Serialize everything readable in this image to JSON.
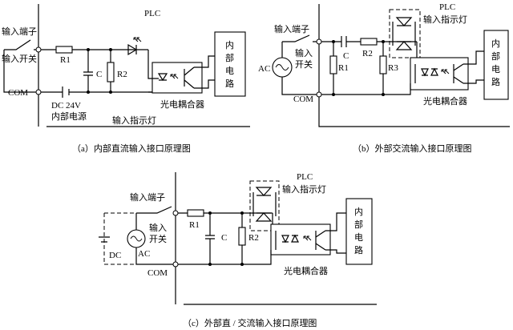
{
  "diagram_a": {
    "plc": "PLC",
    "input_terminal": "输入端子",
    "input_switch": "输入开关",
    "r1": "R1",
    "c": "C",
    "r2": "R2",
    "com": "COM",
    "dc": "DC 24V",
    "internal_power": "内部电源",
    "indicator": "输入指示灯",
    "optocoupler": "光电耦合器",
    "internal_circuit": [
      "内",
      "部",
      "电",
      "路"
    ],
    "caption": "（a）内部直流输入接口原理图"
  },
  "diagram_b": {
    "plc": "PLC",
    "input_terminal": "输入端子",
    "indicator": "输入指示灯",
    "input_switch": [
      "输入",
      "开关"
    ],
    "ac": "AC",
    "c": "C",
    "r2": "R2",
    "r1": "R1",
    "r3": "R3",
    "com": "COM",
    "optocoupler": "光电耦合器",
    "internal_circuit": [
      "内",
      "部",
      "电",
      "路"
    ],
    "caption": "（b）外部交流输入接口原理图"
  },
  "diagram_c": {
    "plc": "PLC",
    "indicator": "输入指示灯",
    "input_terminal": "输入端子",
    "r1": "R1",
    "input_switch": [
      "输入",
      "开关"
    ],
    "c": "C",
    "r2": "R2",
    "dc": "DC",
    "ac": "AC",
    "com": "COM",
    "optocoupler": "光电耦合器",
    "internal_circuit": [
      "内",
      "部",
      "电",
      "路"
    ],
    "caption": "（c）外部直 / 交流输入接口原理图"
  }
}
